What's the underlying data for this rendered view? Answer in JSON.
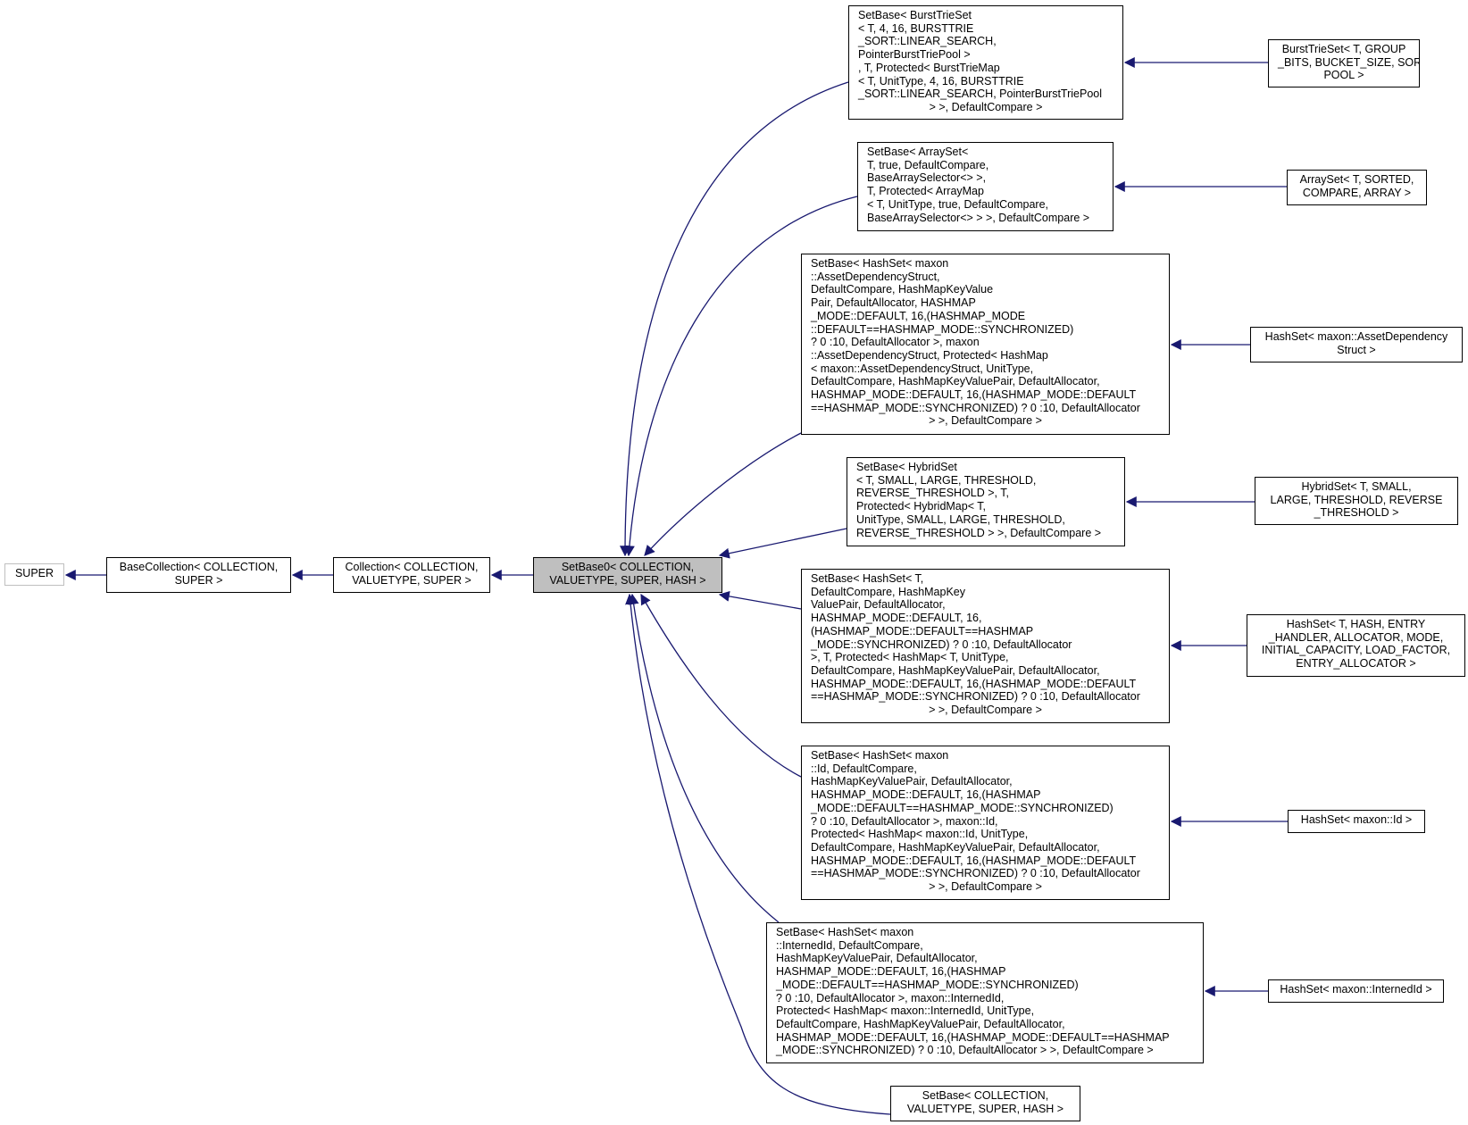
{
  "diagram": {
    "edge_color": "#191970",
    "nodes": [
      {
        "id": "super",
        "lines": [
          "SUPER"
        ]
      },
      {
        "id": "basecollection",
        "lines": [
          "BaseCollection< COLLECTION,",
          "SUPER >"
        ]
      },
      {
        "id": "collection",
        "lines": [
          "Collection< COLLECTION,",
          "VALUETYPE, SUPER >"
        ]
      },
      {
        "id": "setbase0",
        "lines": [
          "SetBase0< COLLECTION,",
          "VALUETYPE, SUPER, HASH >"
        ]
      },
      {
        "id": "sb-bursttrie",
        "lines": [
          "SetBase< BurstTrieSet",
          "< T, 4, 16, BURSTTRIE",
          "_SORT::LINEAR_SEARCH,",
          " PointerBurstTriePool >",
          ", T, Protected< BurstTrieMap",
          "< T, UnitType, 4, 16, BURSTTRIE",
          "_SORT::LINEAR_SEARCH, PointerBurstTriePool",
          "> >, DefaultCompare >"
        ]
      },
      {
        "id": "sb-arrayset",
        "lines": [
          "SetBase< ArraySet<",
          " T, true, DefaultCompare,",
          " BaseArraySelector<> >,",
          " T, Protected< ArrayMap",
          "< T, UnitType, true, DefaultCompare,",
          " BaseArraySelector<> > >, DefaultCompare >"
        ]
      },
      {
        "id": "sb-hash-asset",
        "lines": [
          "SetBase< HashSet< maxon",
          "::AssetDependencyStruct,",
          " DefaultCompare, HashMapKeyValue",
          "Pair, DefaultAllocator, HASHMAP",
          "_MODE::DEFAULT, 16,(HASHMAP_MODE",
          "::DEFAULT==HASHMAP_MODE::SYNCHRONIZED)",
          " ? 0 :10, DefaultAllocator >, maxon",
          "::AssetDependencyStruct, Protected< HashMap",
          "< maxon::AssetDependencyStruct, UnitType,",
          " DefaultCompare, HashMapKeyValuePair, DefaultAllocator,",
          " HASHMAP_MODE::DEFAULT, 16,(HASHMAP_MODE::DEFAULT",
          "==HASHMAP_MODE::SYNCHRONIZED) ? 0 :10, DefaultAllocator",
          "> >, DefaultCompare >"
        ]
      },
      {
        "id": "sb-hybrid",
        "lines": [
          "SetBase< HybridSet",
          "< T, SMALL, LARGE, THRESHOLD,",
          " REVERSE_THRESHOLD >, T,",
          " Protected< HybridMap< T,",
          " UnitType, SMALL, LARGE, THRESHOLD,",
          " REVERSE_THRESHOLD > >, DefaultCompare >"
        ]
      },
      {
        "id": "sb-hash-t",
        "lines": [
          "SetBase< HashSet< T,",
          " DefaultCompare, HashMapKey",
          "ValuePair, DefaultAllocator,",
          " HASHMAP_MODE::DEFAULT, 16,",
          "(HASHMAP_MODE::DEFAULT==HASHMAP",
          "_MODE::SYNCHRONIZED) ? 0 :10, DefaultAllocator",
          " >, T, Protected< HashMap< T, UnitType,",
          " DefaultCompare, HashMapKeyValuePair, DefaultAllocator,",
          " HASHMAP_MODE::DEFAULT, 16,(HASHMAP_MODE::DEFAULT",
          "==HASHMAP_MODE::SYNCHRONIZED) ? 0 :10, DefaultAllocator",
          "> >, DefaultCompare >"
        ]
      },
      {
        "id": "sb-hash-id",
        "lines": [
          "SetBase< HashSet< maxon",
          "::Id, DefaultCompare,",
          " HashMapKeyValuePair, DefaultAllocator,",
          " HASHMAP_MODE::DEFAULT, 16,(HASHMAP",
          "_MODE::DEFAULT==HASHMAP_MODE::SYNCHRONIZED)",
          " ? 0 :10, DefaultAllocator >, maxon::Id,",
          " Protected< HashMap< maxon::Id, UnitType,",
          " DefaultCompare, HashMapKeyValuePair, DefaultAllocator,",
          " HASHMAP_MODE::DEFAULT, 16,(HASHMAP_MODE::DEFAULT",
          "==HASHMAP_MODE::SYNCHRONIZED) ? 0 :10, DefaultAllocator",
          "> >, DefaultCompare >"
        ]
      },
      {
        "id": "sb-hash-interned",
        "lines": [
          "SetBase< HashSet< maxon",
          "::InternedId, DefaultCompare,",
          " HashMapKeyValuePair, DefaultAllocator,",
          " HASHMAP_MODE::DEFAULT, 16,(HASHMAP",
          "_MODE::DEFAULT==HASHMAP_MODE::SYNCHRONIZED)",
          " ? 0 :10, DefaultAllocator >, maxon::InternedId,",
          " Protected< HashMap< maxon::InternedId, UnitType,",
          " DefaultCompare, HashMapKeyValuePair, DefaultAllocator,",
          " HASHMAP_MODE::DEFAULT, 16,(HASHMAP_MODE::DEFAULT==HASHMAP",
          "_MODE::SYNCHRONIZED) ? 0 :10, DefaultAllocator > >, DefaultCompare >"
        ]
      },
      {
        "id": "sb-generic",
        "lines": [
          "SetBase< COLLECTION,",
          "VALUETYPE, SUPER, HASH >"
        ]
      },
      {
        "id": "bursttrieset",
        "lines": [
          "BurstTrieSet< T, GROUP",
          "_BITS, BUCKET_SIZE, SORT,",
          "POOL >"
        ]
      },
      {
        "id": "arrayset",
        "lines": [
          "ArraySet< T, SORTED,",
          "COMPARE, ARRAY >"
        ]
      },
      {
        "id": "hashset-asset",
        "lines": [
          "HashSet< maxon::AssetDependency",
          "Struct >"
        ]
      },
      {
        "id": "hybridset",
        "lines": [
          "HybridSet< T, SMALL,",
          "LARGE, THRESHOLD, REVERSE",
          "_THRESHOLD >"
        ]
      },
      {
        "id": "hashset-t",
        "lines": [
          "HashSet< T, HASH, ENTRY",
          "_HANDLER, ALLOCATOR, MODE,",
          "INITIAL_CAPACITY, LOAD_FACTOR,",
          "ENTRY_ALLOCATOR >"
        ]
      },
      {
        "id": "hashset-id",
        "lines": [
          "HashSet< maxon::Id >"
        ]
      },
      {
        "id": "hashset-interned",
        "lines": [
          "HashSet< maxon::InternedId >"
        ]
      }
    ]
  }
}
